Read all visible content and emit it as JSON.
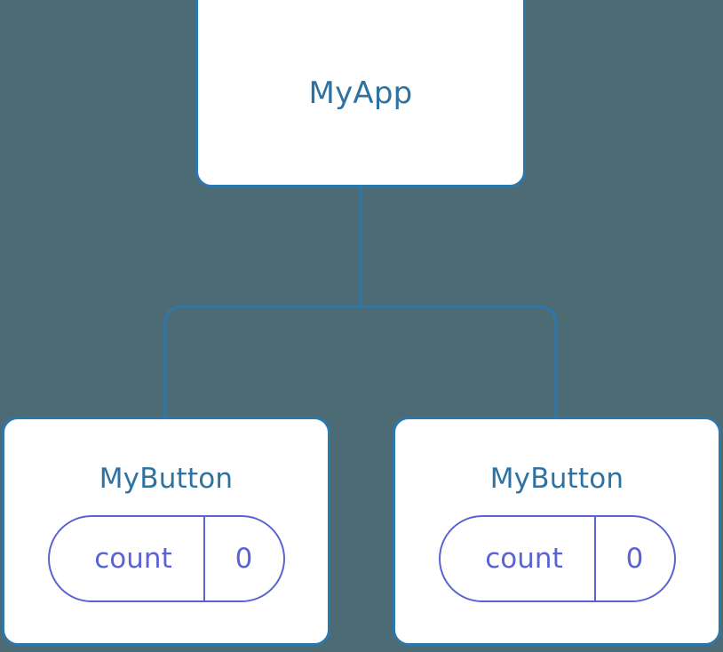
{
  "diagram": {
    "type": "component-tree",
    "background_color": "#4c6b74",
    "node_border_color": "#2d78ab",
    "node_title_color": "#2d72a0",
    "pill_color": "#5b63d3",
    "connector_color": "#2d78ab",
    "root": {
      "title": "MyApp"
    },
    "children": [
      {
        "title": "MyButton",
        "state": {
          "key": "count",
          "value": "0"
        }
      },
      {
        "title": "MyButton",
        "state": {
          "key": "count",
          "value": "0"
        }
      }
    ]
  }
}
